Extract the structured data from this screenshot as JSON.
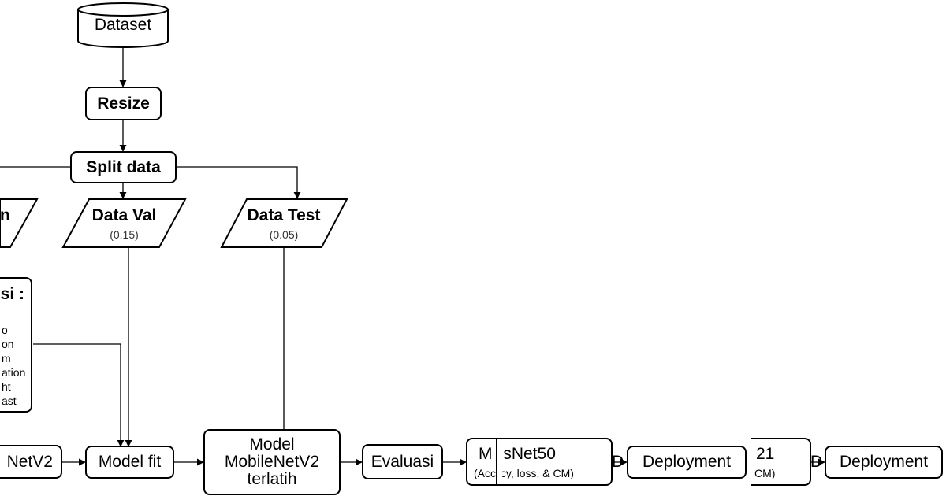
{
  "nodes": {
    "dataset": "Dataset",
    "resize": "Resize",
    "split": "Split data",
    "data_train": {
      "title": "n"
    },
    "data_val": {
      "title": "Data Val",
      "ratio": "(0.15)"
    },
    "data_test": {
      "title": "Data Test",
      "ratio": "(0.05)"
    },
    "augmentation": {
      "title": "si :",
      "items": [
        "o",
        "on",
        "m",
        "ation",
        "ht",
        "ast"
      ]
    },
    "base_model": "NetV2",
    "model_fit": "Model fit",
    "trained_model": [
      "Model",
      "MobileNetV2",
      "terlatih"
    ],
    "evaluasi": "Evaluasi",
    "resnet": {
      "title_a": "M",
      "title_b": "sNet50",
      "sub_a": "(Acc",
      "sub_b": "cy, loss, & CM)"
    },
    "deploy_partial": "D",
    "deployment_1": "Deployment",
    "densenet": {
      "title": "21",
      "sub": "CM)"
    },
    "deploy_partial_2": "D",
    "deployment_2": "Deployment"
  }
}
